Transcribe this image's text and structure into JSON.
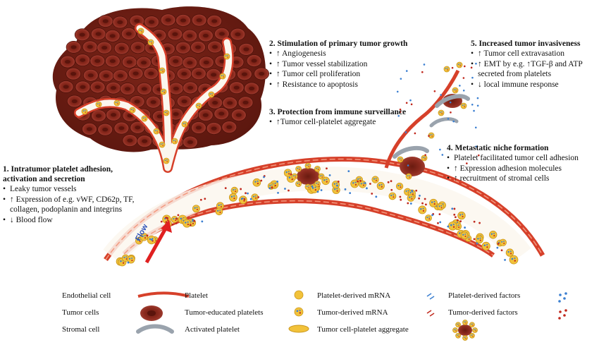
{
  "blocks": {
    "b1": {
      "title": "1. Intratumor platelet adhesion, activation and secretion",
      "items": [
        "Leaky tumor vessels",
        "↑ Expression of e.g. vWF, CD62p, TF, collagen, podoplanin and integrins",
        "↓ Blood flow"
      ]
    },
    "b2": {
      "title": "2. Stimulation of primary tumor growth",
      "items": [
        "↑ Angiogenesis",
        "↑ Tumor vessel stabilization",
        "↑ Tumor cell proliferation",
        "↑ Resistance to apoptosis"
      ]
    },
    "b3": {
      "title": "3. Protection from immune surveillance",
      "items": [
        "↑Tumor cell-platelet aggregate"
      ]
    },
    "b4": {
      "title": "4. Metastatic niche formation",
      "items": [
        "Platelet facilitated tumor cell adhesion",
        "↑ Expression adhesion molecules",
        "↑ recruitment of stromal cells"
      ]
    },
    "b5": {
      "title": "5. Increased tumor invasiveness",
      "items": [
        "↑ Tumor cell extravasation",
        "↑ EMT by e.g. ↑TGF-β and ATP secreted from platelets",
        "↓ local immune response"
      ]
    }
  },
  "flow_label": "Flow",
  "legend": {
    "endothelial": "Endothelial cell",
    "tumor_cells": "Tumor cells",
    "stromal": "Stromal cell",
    "platelet": "Platelet",
    "tumor_educated": "Tumor-educated platelets",
    "activated": "Activated platelet",
    "platelet_mrna": "Platelet-derived mRNA",
    "tumor_mrna": "Tumor-derived mRNA",
    "aggregate": "Tumor cell-platelet aggregate",
    "platelet_factors": "Platelet-derived factors",
    "tumor_factors": "Tumor-derived factors"
  },
  "colors": {
    "tumor_fill": "#8c2a1e",
    "tumor_core": "#5a140c",
    "endothelium": "#d6402a",
    "platelet_fill": "#f2c23a",
    "platelet_dot": "#3b7fd1",
    "tumor_dot": "#c0281d",
    "stromal": "#9aa3ad",
    "vessel_lumen": "#fbf7ee"
  }
}
